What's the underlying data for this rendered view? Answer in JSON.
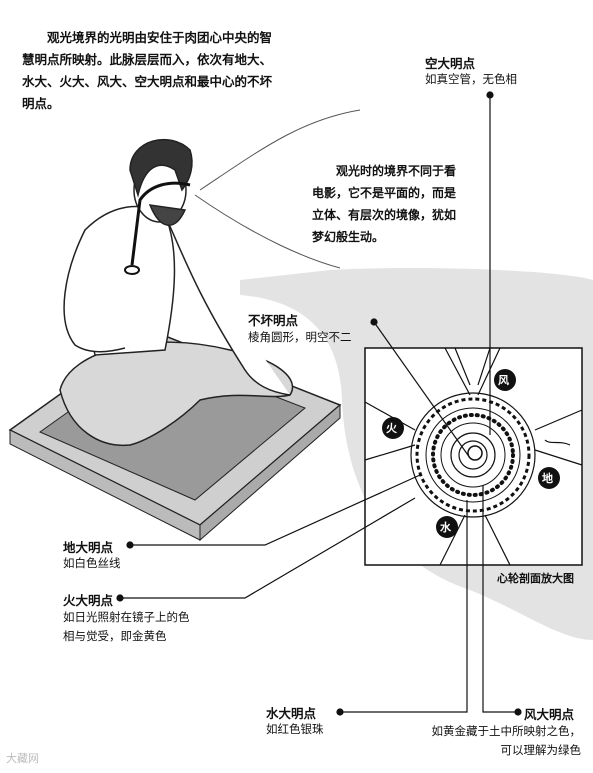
{
  "intro_text": "观光境界的光明由安住于肉团心中央的智慧明点所映射。此脉层层而入，依次有地大、水大、火大、风大、空大明点和最中心的不坏明点。",
  "view_text": "观光时的境界不同于看电影，它不是平面的，而是立体、有层次的境像，犹如梦幻般生动。",
  "labels": {
    "space": {
      "title": "空大明点",
      "desc": "如真空管，无色相"
    },
    "indestructible": {
      "title": "不坏明点",
      "desc": "棱角圆形，明空不二"
    },
    "earth": {
      "title": "地大明点",
      "desc": "如白色丝线"
    },
    "fire": {
      "title": "火大明点",
      "desc_line1": "如日光照射在镜子上的色",
      "desc_line2": "相与觉受，即金黄色"
    },
    "water": {
      "title": "水大明点",
      "desc": "如红色银珠"
    },
    "wind": {
      "title": "风大明点",
      "desc_line1": "如黄金藏于土中所映射之色，",
      "desc_line2": "可以理解为绿色"
    }
  },
  "diagram": {
    "caption": "心轮剖面放大图",
    "element_wind": "风",
    "element_fire": "火",
    "element_earth": "地",
    "element_water": "水"
  },
  "watermark": "大藏网"
}
